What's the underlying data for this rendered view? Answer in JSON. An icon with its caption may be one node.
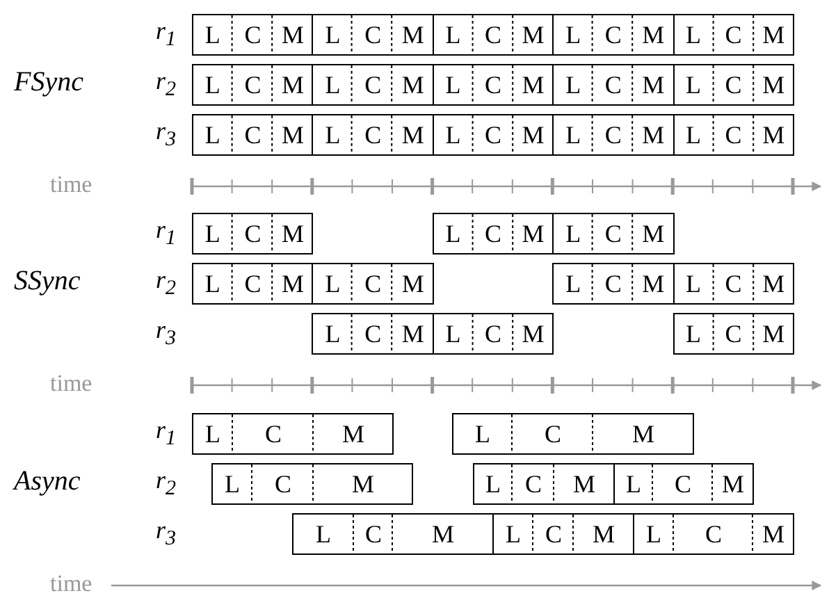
{
  "diagram": {
    "nodes": [
      {
        "text": [
          "L",
          "C",
          "M"
        ]
      },
      {
        "text": [
          "L",
          "C",
          "M"
        ]
      },
      {
        "text": [
          "L",
          "C",
          "M"
        ]
      },
      {
        "text": [
          "L",
          "C",
          "M"
        ]
      },
      {
        "text": [
          "L",
          "C",
          "M"
        ]
      },
      {
        "text": [
          "L",
          "C",
          "M"
        ]
      },
      {
        "text": [
          "L",
          "C",
          "M"
        ]
      },
      {
        "text": [
          "L",
          "C",
          "M"
        ]
      },
      {
        "text": [
          "L",
          "C",
          "M"
        ]
      },
      {
        "text": [
          "L",
          "C",
          "M"
        ]
      },
      {
        "text": [
          "L",
          "C",
          "M"
        ]
      },
      {
        "text": [
          "L",
          "C",
          "M"
        ]
      },
      {
        "text": [
          "L",
          "C",
          "M"
        ]
      },
      {
        "text": [
          "L",
          "C",
          "M"
        ]
      },
      {
        "text": [
          "L",
          "C",
          "M"
        ]
      },
      {
        "text": [
          "L",
          "C",
          "M"
        ]
      },
      {
        "text": [
          "L",
          "C",
          "M"
        ]
      },
      {
        "text": [
          "L",
          "C",
          "M"
        ]
      },
      {
        "text": [
          "L",
          "C",
          "M"
        ]
      },
      {
        "text": [
          "L",
          "C",
          "M"
        ]
      },
      {
        "text": [
          "L",
          "C",
          "M"
        ]
      },
      {
        "text": [
          "L",
          "C",
          "M"
        ]
      },
      {
        "text": [
          "L",
          "C",
          "M"
        ]
      },
      {
        "text": [
          "L",
          "C",
          "M"
        ]
      },
      {
        "text": [
          "L",
          "C",
          "M"
        ]
      },
      {
        "text": [
          "L",
          "C",
          "M"
        ]
      },
      {
        "text": [
          "L",
          "C",
          "M"
        ]
      },
      {
        "text": [
          "L",
          "C",
          "M"
        ]
      },
      {
        "text": [
          "L",
          "C",
          "M"
        ]
      },
      {
        "text": [
          "L",
          "C",
          "M"
        ]
      },
      {
        "text": [
          "L",
          "C",
          "M"
        ]
      },
      {
        "text": [
          "L",
          "C",
          "M"
        ]
      },
      {
        "text": [
          "L",
          "C",
          "M"
        ]
      }
    ],
    "labels": [
      "r$_{1}$",
      "FSync",
      "r$_{2}$",
      "r$_{3}$",
      "time",
      "r$_{1}$",
      "SSync",
      "r$_{2}$",
      "r$_{3}$",
      "time",
      "r$_{1}$",
      "Async",
      "r$_{2}$",
      "r$_{3}$",
      "time"
    ]
  }
}
